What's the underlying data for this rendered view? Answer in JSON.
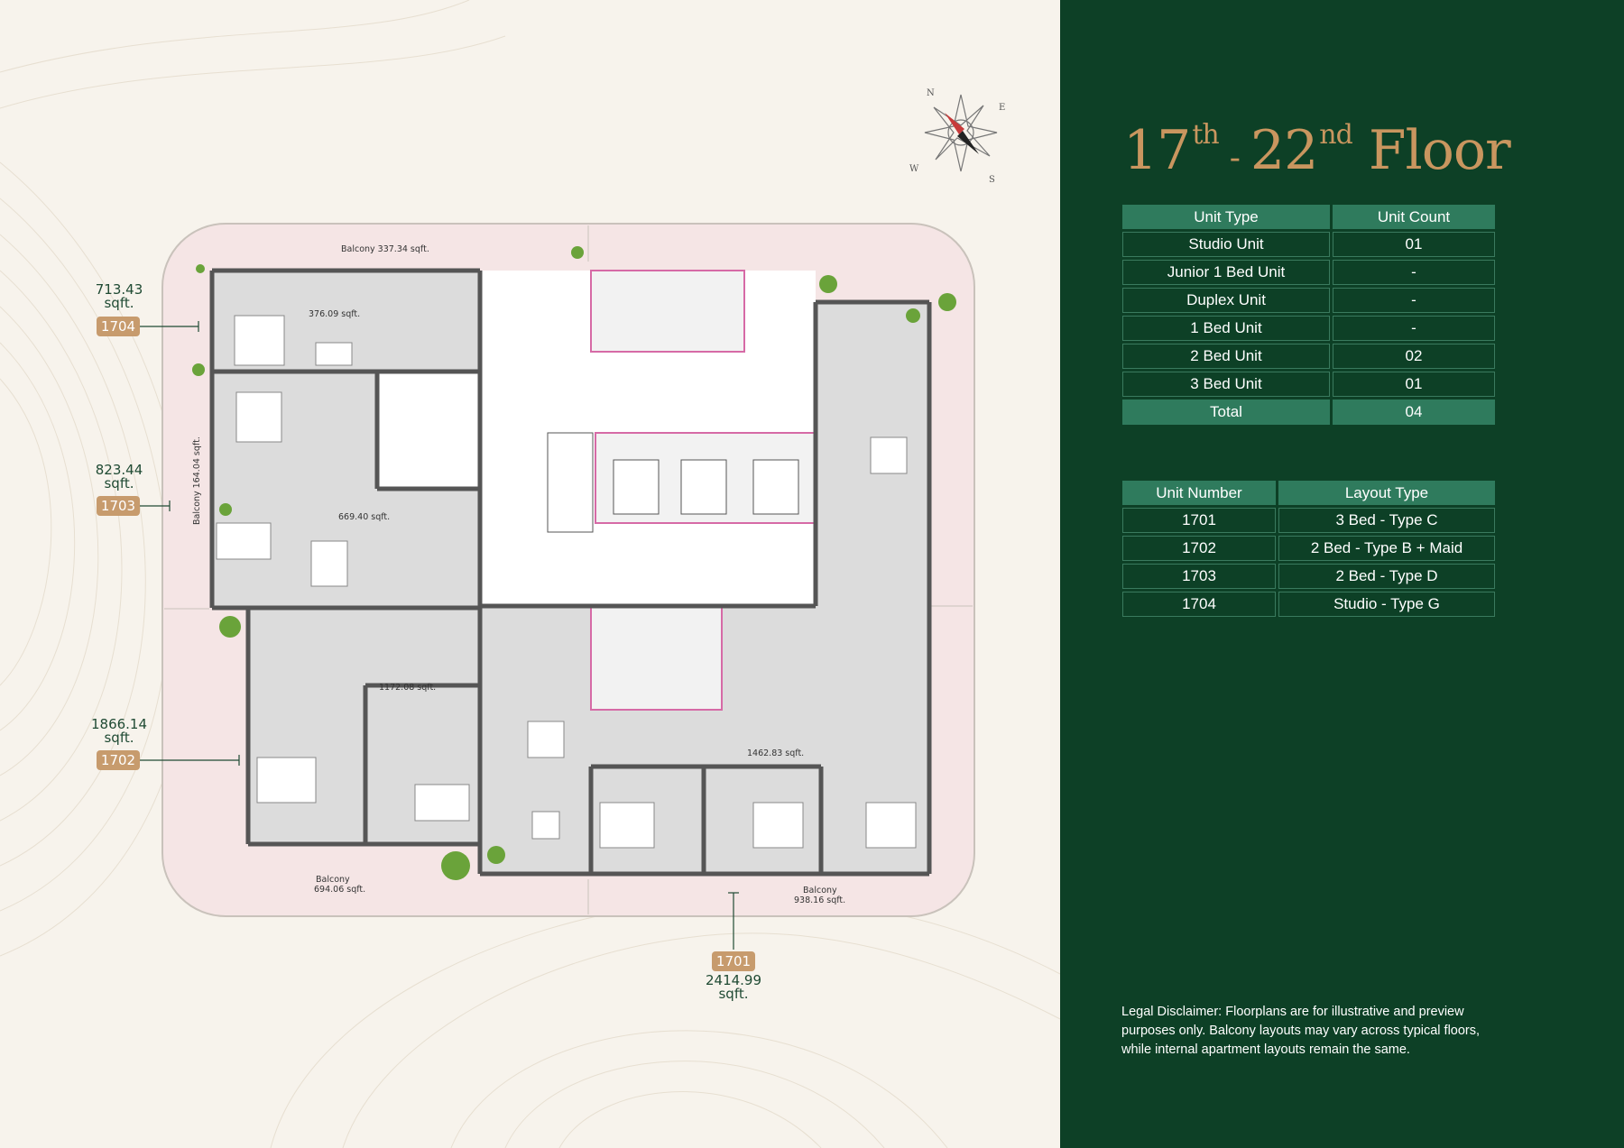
{
  "title": {
    "start": "17",
    "start_sup": "th",
    "dash": "-",
    "end": "22",
    "end_sup": "nd",
    "word": "Floor"
  },
  "compass": {
    "n": "N",
    "e": "E",
    "s": "S",
    "w": "W"
  },
  "unit_type_table": {
    "headers": [
      "Unit Type",
      "Unit Count"
    ],
    "rows": [
      [
        "Studio Unit",
        "01"
      ],
      [
        "Junior 1 Bed Unit",
        "-"
      ],
      [
        "Duplex Unit",
        "-"
      ],
      [
        "1 Bed Unit",
        "-"
      ],
      [
        "2 Bed Unit",
        "02"
      ],
      [
        "3 Bed Unit",
        "01"
      ]
    ],
    "total": [
      "Total",
      "04"
    ]
  },
  "unit_number_table": {
    "headers": [
      "Unit Number",
      "Layout Type"
    ],
    "rows": [
      [
        "1701",
        "3 Bed - Type C"
      ],
      [
        "1702",
        "2 Bed - Type B + Maid"
      ],
      [
        "1703",
        "2 Bed - Type D"
      ],
      [
        "1704",
        "Studio - Type G"
      ]
    ]
  },
  "units": {
    "u1704": {
      "area": "713.43",
      "unit": "sqft.",
      "number": "1704"
    },
    "u1703": {
      "area": "823.44",
      "unit": "sqft.",
      "number": "1703"
    },
    "u1702": {
      "area": "1866.14",
      "unit": "sqft.",
      "number": "1702"
    },
    "u1701": {
      "area": "2414.99",
      "unit": "sqft.",
      "number": "1701"
    }
  },
  "plan_labels": {
    "balcony_top": "Balcony 337.34 sqft.",
    "room_1704": "376.09 sqft.",
    "balcony_left": "Balcony 164.04 sqft.",
    "room_1703": "669.40 sqft.",
    "room_1702": "1172.08 sqft.",
    "room_1701": "1462.83 sqft.",
    "balcony_bottom_left_1": "Balcony",
    "balcony_bottom_left_2": "694.06 sqft.",
    "balcony_bottom_right_1": "Balcony",
    "balcony_bottom_right_2": "938.16 sqft."
  },
  "disclaimer": {
    "label": "Legal Disclaimer:",
    "text": " Floorplans are for illustrative and preview purposes only. Balcony layouts may vary across typical floors, while internal apartment layouts remain the same."
  },
  "colors": {
    "panel_green": "#0d4026",
    "table_header": "#2f7b5d",
    "accent_gold": "#c9965f",
    "badge": "#c79b6d",
    "background": "#f7f3ec"
  }
}
